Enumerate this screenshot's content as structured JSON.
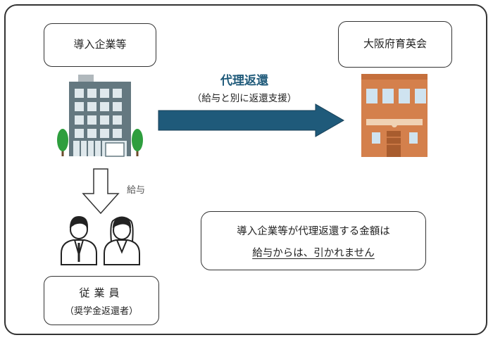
{
  "company": {
    "label": "導入企業等"
  },
  "jasso": {
    "label": "大阪府育英会"
  },
  "employee": {
    "label": "従業員",
    "sublabel": "（奨学金返還者）"
  },
  "proxy_arrow": {
    "title": "代理返還",
    "subtitle": "（給与と別に返還支援）",
    "color": "#1f5a7a"
  },
  "salary_arrow": {
    "label": "給与"
  },
  "note": {
    "line1": "導入企業等が代理返還する金額は",
    "line2": "給与からは、引かれません"
  }
}
